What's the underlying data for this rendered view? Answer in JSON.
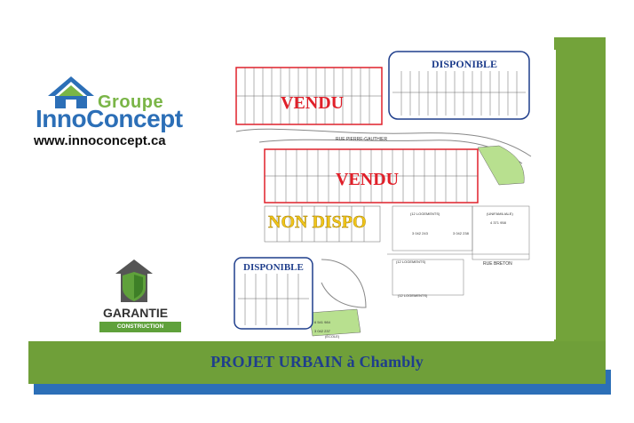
{
  "brand": {
    "groupe": "Groupe",
    "name_part1": "Inno",
    "name_part2": "Concept",
    "url": "www.innoconcept.ca"
  },
  "guarantee": {
    "title": "GARANTIE",
    "subtitle": "CONSTRUCTION RÉSIDENTIELLE"
  },
  "project": {
    "title": "PROJET  URBAIN  à Chambly"
  },
  "plan": {
    "stamps": {
      "sold_1": "VENDU",
      "sold_2": "VENDU",
      "unavailable": "NON  DISPO",
      "available_1": "DISPONIBLE",
      "available_2": "DISPONIBLE"
    },
    "streets": {
      "rue_pierre_gauthier": "RUE PIERRE-GAUTHIER",
      "rue_breton": "RUE BRETON"
    },
    "labels": {
      "logements_12a": "(12 LOGEMENTS)",
      "logements_12b": "(12 LOGEMENTS)",
      "logements_12c": "(12 LOGEMENTS)",
      "lot_a": "3 042 243",
      "lot_b": "3 042 238",
      "unifamiliale": "(UNIFAMILIALE)",
      "lot_c": "4 371 958",
      "lot_d": "6 541 984",
      "lot_e": "3 042 237",
      "ecole": "(ÉCOLE)"
    },
    "colors": {
      "sold": "#e0202a",
      "unavailable": "#f0c419",
      "available": "#1f3e8c",
      "park": "#b8e08f"
    }
  }
}
